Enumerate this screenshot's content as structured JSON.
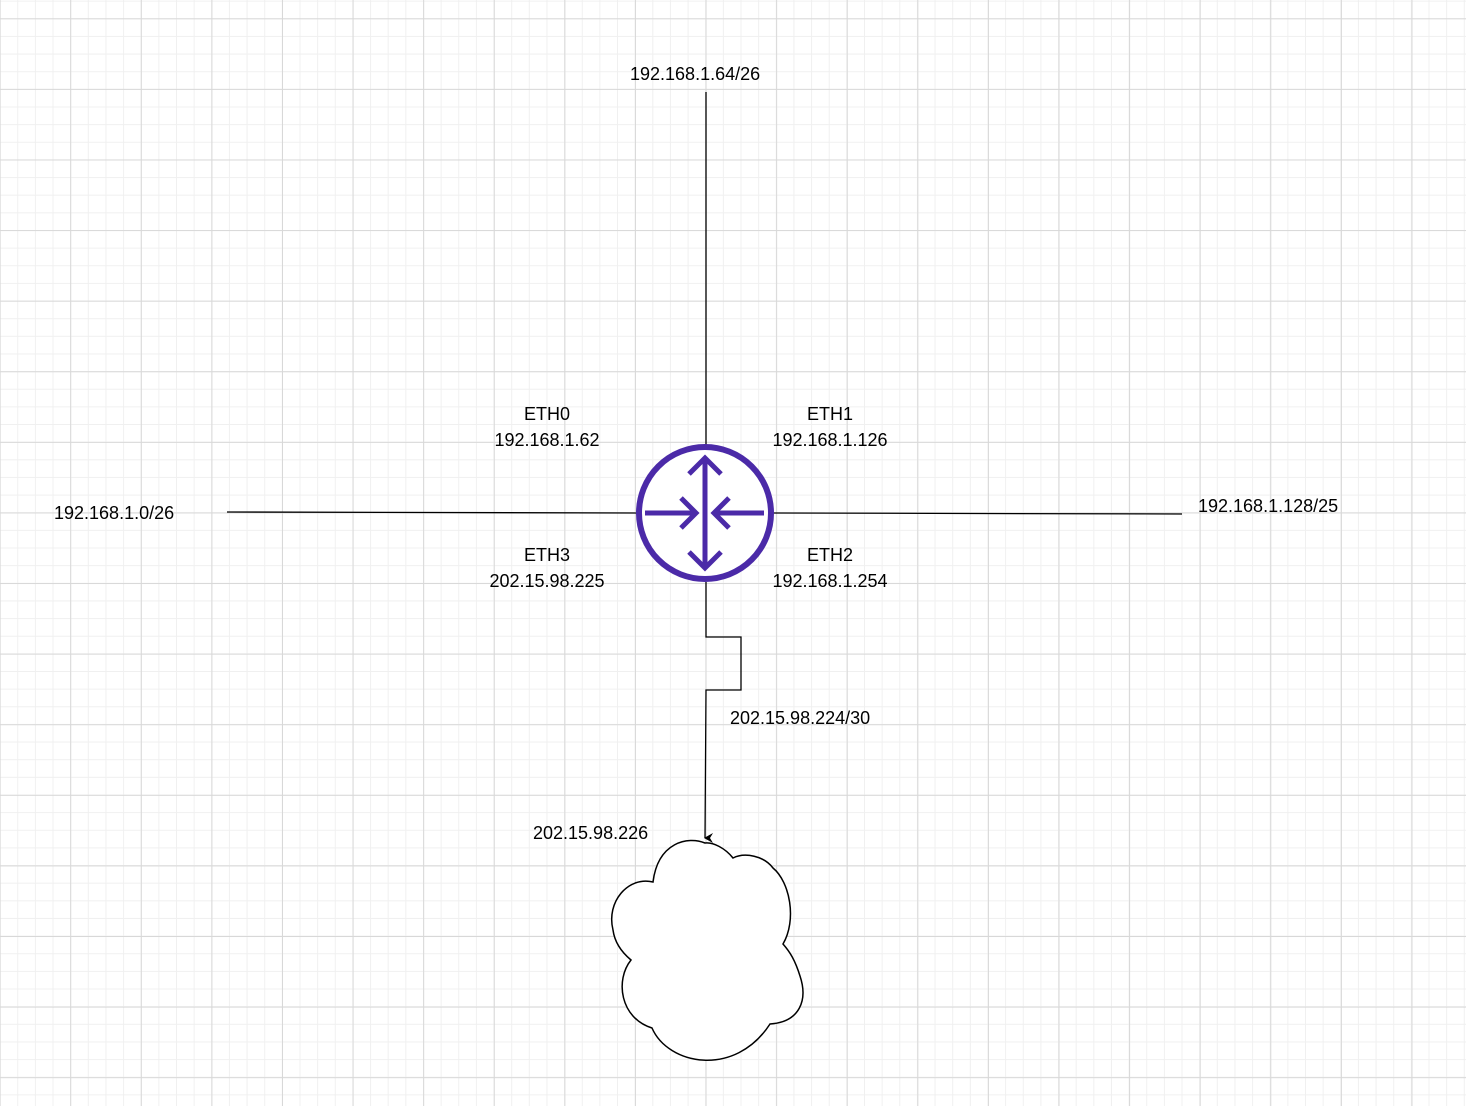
{
  "networks": {
    "top": "192.168.1.64/26",
    "left": "192.168.1.0/26",
    "right": "192.168.1.128/25",
    "wan": "202.15.98.224/30"
  },
  "interfaces": {
    "eth0": {
      "name": "ETH0",
      "ip": "192.168.1.62"
    },
    "eth1": {
      "name": "ETH1",
      "ip": "192.168.1.126"
    },
    "eth2": {
      "name": "ETH2",
      "ip": "192.168.1.254"
    },
    "eth3": {
      "name": "ETH3",
      "ip": "202.15.98.225"
    }
  },
  "cloud": {
    "ip": "202.15.98.226"
  },
  "colors": {
    "router": "#4b2aa8",
    "line": "#000000",
    "grid": "#d8d8d8"
  },
  "icons": {
    "router": "router-icon",
    "cloud": "cloud-icon"
  }
}
